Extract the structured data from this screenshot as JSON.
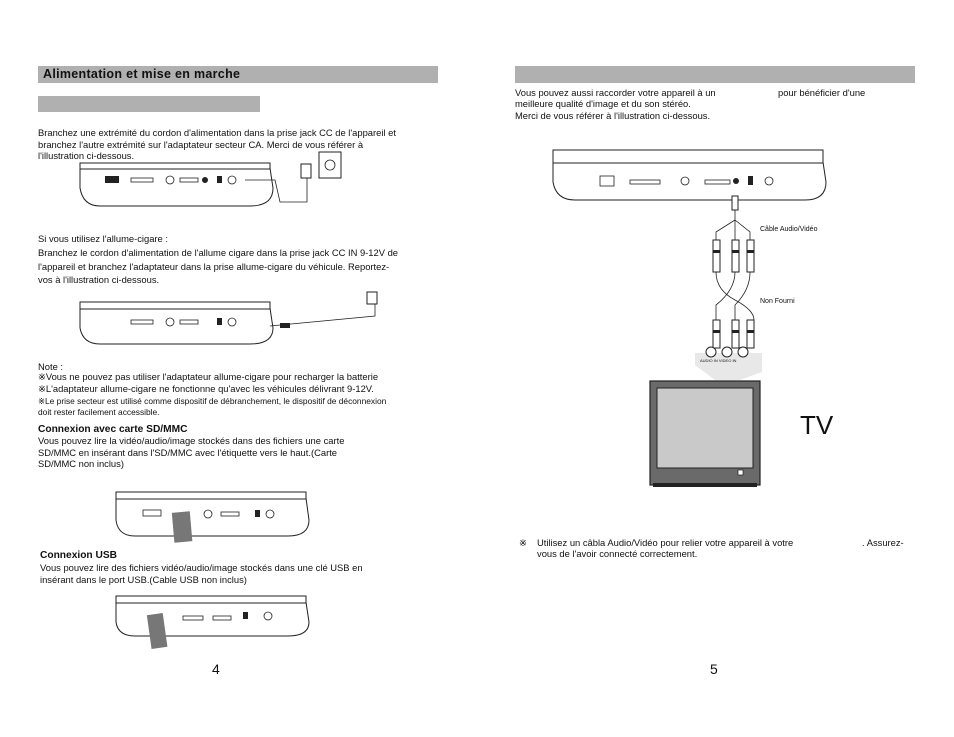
{
  "left": {
    "section_title": "Alimentation et mise en marche",
    "intro": "Branchez une extrémité du cordon d'alimentation dans la prise jack CC de l'appareil et\nbranchez l'autre extrémité sur l'adaptateur secteur CA. Merci de vous référer à\nl'illustration ci-dessous.",
    "car_title": "Si vous utilisez l'allume-cigare :",
    "car_text": "Branchez le cordon d'alimentation de l'allume cigare dans la prise jack CC IN 9-12V de\nl'appareil et branchez l'adaptateur dans la prise allume-cigare du véhicule. Reportez-\nvos à l'illustration ci-dessous.",
    "note_title": "Note :",
    "notes": [
      "※Vous ne pouvez pas utiliser l'adaptateur allume-cigare pour recharger la batterie",
      "※L'adaptateur allume-cigare ne fonctionne qu'avec les véhicules délivrant 9-12V.",
      "※Le prise secteur est utilisé comme dispositif de débranchement, le dispositif de déconnexion\n   doit rester facilement accessible."
    ],
    "sd_title": "Connexion avec carte SD/MMC",
    "sd_text": "Vous pouvez lire la vidéo/audio/image stockés dans des fichiers une carte\nSD/MMC en insérant dans l'SD/MMC avec l'étiquette vers le haut.(Carte\nSD/MMC non inclus)",
    "usb_title": "Connexion USB",
    "usb_text": "Vous pouvez lire des fichiers vidéo/audio/image stockés dans une clé USB en\ninsérant dans le port USB.(Cable USB non inclus)",
    "page_number": "4"
  },
  "right": {
    "intro_a": "Vous pouvez aussi raccorder votre appareil à un",
    "intro_b": "pour bénéficier d'une",
    "intro_rest": "meilleure qualité d'image et du son stéréo.\nMerci de vous référer à l'illustration ci-dessous.",
    "cable_label": "Câble Audio/Vidéo",
    "not_supplied": "Non Fourni",
    "jack_labels": "AUDIO IN      VIDEO IN",
    "tv_label": "TV",
    "footer_mark": "※",
    "footer_a": "Utilisez un câbla Audio/Vidéo pour relier votre appareil à votre",
    "footer_b": ". Assurez-",
    "footer_rest": "vous de l'avoir connecté correctement.",
    "page_number": "5"
  }
}
